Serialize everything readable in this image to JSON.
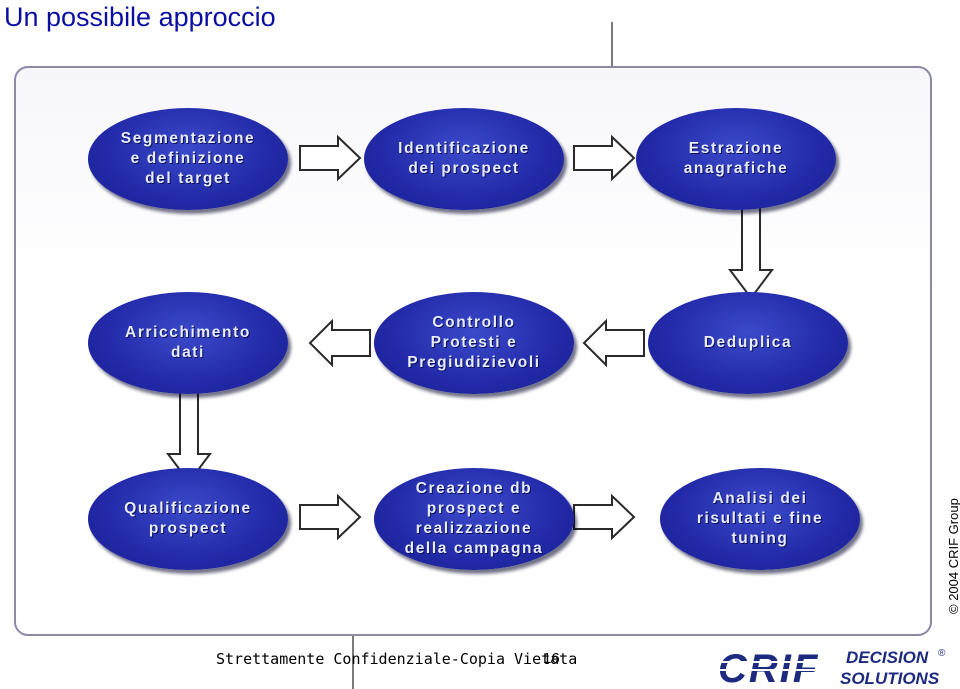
{
  "title": "Un possibile approccio",
  "nodes": {
    "segmentazione": "Segmentazione\ne definizione\ndel target",
    "identificazione": "Identificazione\ndei prospect",
    "estrazione": "Estrazione\nanagrafiche",
    "arricchimento": "Arricchimento\ndati",
    "controllo": "Controllo\nProtesti e\nPregiudizievoli",
    "deduplica": "Deduplica",
    "qualificazione": "Qualificazione\nprospect",
    "creazione": "Creazione db\nprospect e\nrealizzazione\ndella campagna",
    "analisi": "Analisi dei\nrisultati e fine\ntuning"
  },
  "footer": {
    "text": "Strettamente Confidenziale-Copia Vietata",
    "page": "16",
    "copyright": "© 2004 CRIF Group"
  },
  "logo": {
    "brand": "CRIF",
    "line1": "DECISION",
    "reg": "®",
    "line2": "SOLUTIONS"
  },
  "colors": {
    "node": "#2229a8",
    "title": "#0a0fa3",
    "arrow_fill": "#ffffff",
    "arrow_stroke": "#2a2a2a",
    "logo": "#1c2a80"
  }
}
